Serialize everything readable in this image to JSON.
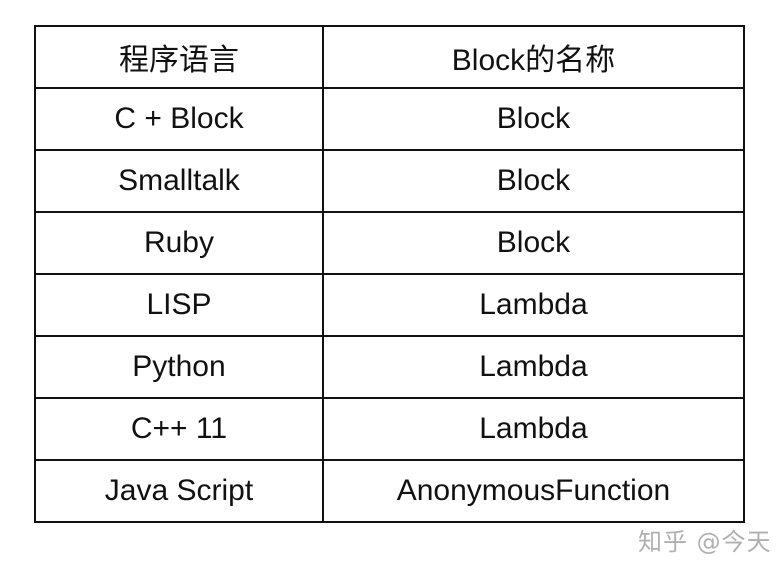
{
  "table": {
    "headers": [
      "程序语言",
      "Block的名称"
    ],
    "rows": [
      [
        "C + Block",
        "Block"
      ],
      [
        "Smalltalk",
        "Block"
      ],
      [
        "Ruby",
        "Block"
      ],
      [
        "LISP",
        "Lambda"
      ],
      [
        "Python",
        "Lambda"
      ],
      [
        "C++ 11",
        "Lambda"
      ],
      [
        "Java Script",
        "AnonymousFunction"
      ]
    ]
  },
  "watermark": "知乎 @今天"
}
